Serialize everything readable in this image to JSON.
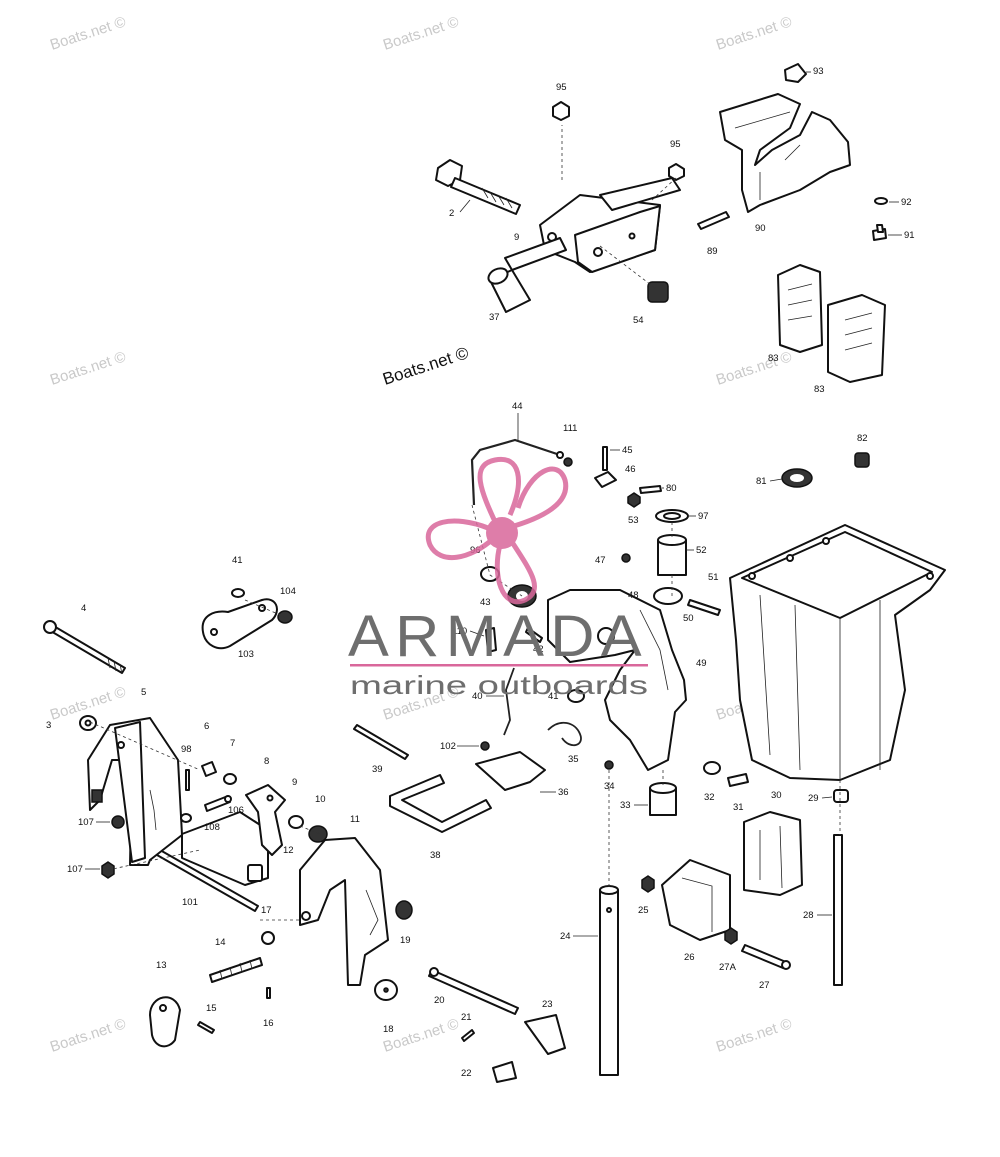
{
  "watermark_text": "Boats.net ©",
  "brand": {
    "name": "ARMADA",
    "tagline": "marine outboards",
    "accent": "#d9679b",
    "text_color": "#6e6e6e"
  },
  "callouts": [
    "2",
    "3",
    "4",
    "5",
    "6",
    "7",
    "8",
    "9",
    "9",
    "10",
    "11",
    "12",
    "13",
    "14",
    "15",
    "16",
    "17",
    "18",
    "19",
    "20",
    "21",
    "22",
    "23",
    "24",
    "25",
    "26",
    "27",
    "27A",
    "28",
    "29",
    "30",
    "31",
    "32",
    "33",
    "34",
    "35",
    "36",
    "37",
    "38",
    "39",
    "40",
    "41",
    "41",
    "42",
    "43",
    "44",
    "45",
    "46",
    "47",
    "48",
    "49",
    "50",
    "51",
    "52",
    "53",
    "54",
    "80",
    "81",
    "82",
    "83",
    "83",
    "89",
    "90",
    "91",
    "92",
    "93",
    "95",
    "95",
    "96",
    "97",
    "98",
    "101",
    "102",
    "103",
    "104",
    "106",
    "107",
    "107",
    "108",
    "110",
    "111"
  ]
}
